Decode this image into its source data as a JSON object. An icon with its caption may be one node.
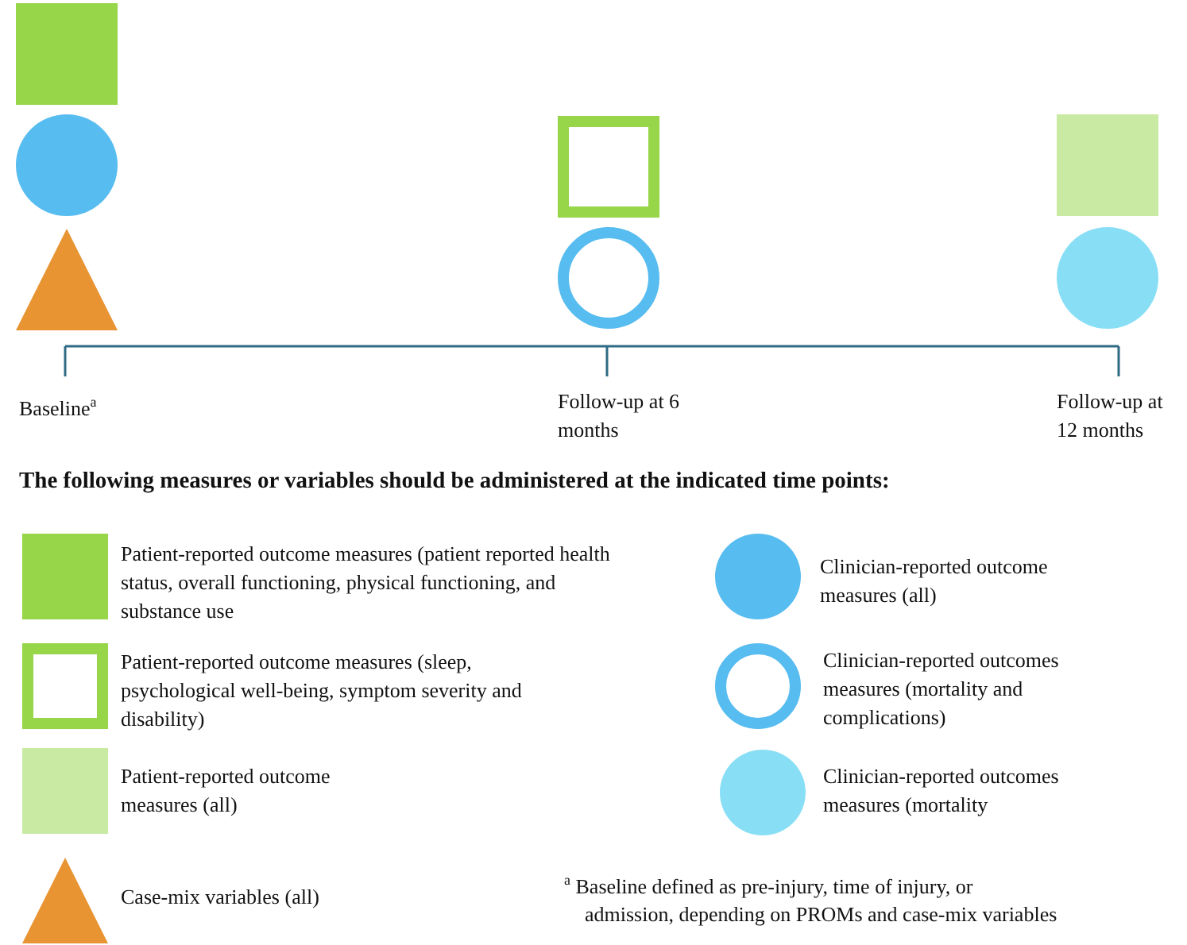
{
  "diagram": {
    "labels": [
      "Baseline$^{a}$",
      "Follow-up at 6 months",
      "Follow-up at 12 months",
      "The following measures or variables should be administered at the indicated time points:",
      "$^{a}$ Baseline defined as pre-injury, time of injury, or admission, depending on PROMs and case-mix variables"
    ],
    "legend": [
      {
        "text": "Patient-reported outcome measures (patient reported health status, overall functioning, physical functioning, and substance use"
      },
      {
        "text": "Clinician-reported outcome measures (all)"
      },
      {
        "text": "Patient-reported outcome measures (sleep, psychological well-being, symptom severity and disability)"
      },
      {
        "text": "Clinician-reported outcomes measures (mortality and complications)"
      },
      {
        "text": "Patient-reported outcome measures (all)"
      },
      {
        "text": "Clinician-reported outcomes measures (mortality"
      },
      {
        "text": "Case-mix variables (all)"
      }
    ]
  }
}
